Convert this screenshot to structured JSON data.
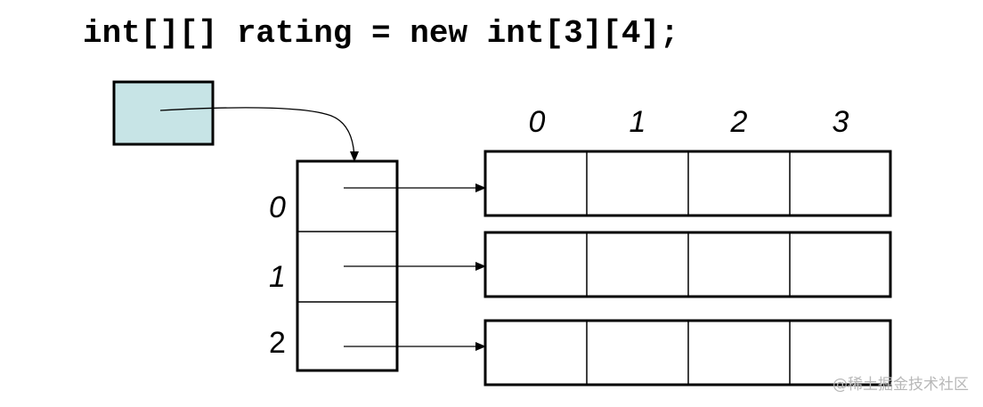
{
  "code_line": "int[][] rating = new int[3][4];",
  "column_indices": [
    "0",
    "1",
    "2",
    "3"
  ],
  "row_indices": [
    "0",
    "1",
    "2"
  ],
  "rows": 3,
  "columns": 4,
  "watermark": "@稀土掘金技术社区",
  "colors": {
    "reference_box_fill": "#c7e4e6",
    "stroke": "#000000",
    "watermark": "#b8b8b8"
  }
}
